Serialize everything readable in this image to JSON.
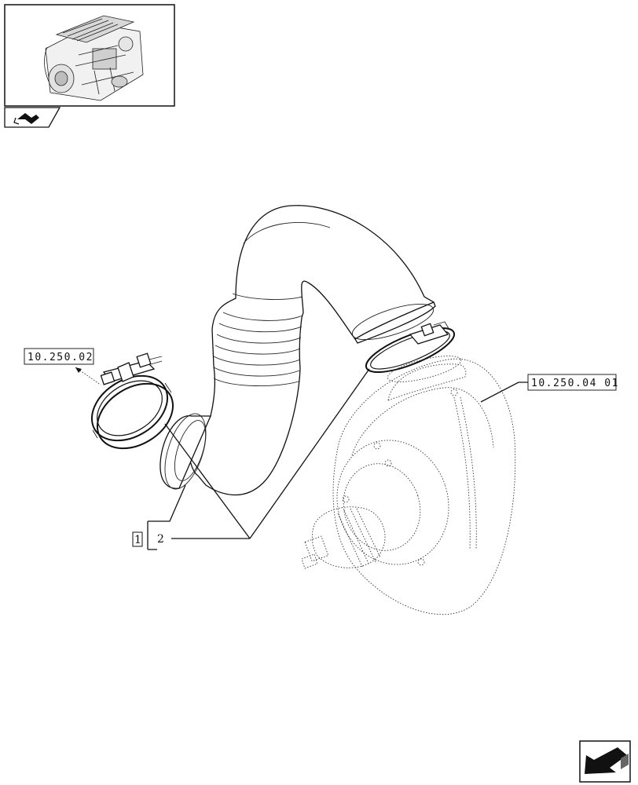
{
  "references": {
    "clamp_ref": "10.250.02",
    "turbo_ref": "10.250.04 01"
  },
  "callouts": {
    "item_1": "1",
    "item_2": "2"
  },
  "icons": {
    "thumbnail": "engine-thumbnail-icon",
    "section": "section-symbol-icon",
    "next_page": "next-page-arrow-icon"
  }
}
